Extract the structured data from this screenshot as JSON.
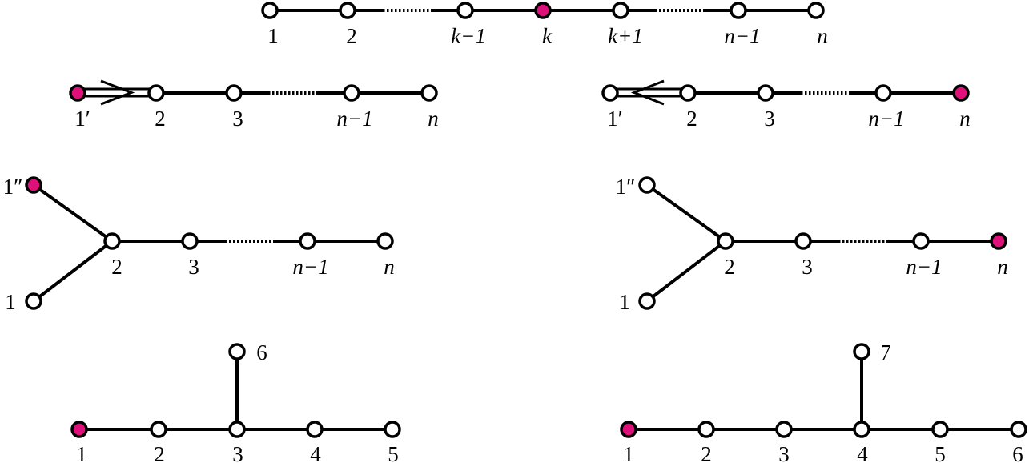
{
  "colors": {
    "open_node": "#ffffff",
    "marked_node": "#e0107a",
    "line": "#000000"
  },
  "diagrams": [
    {
      "labels": [
        {
          "text": "1",
          "italic": false
        },
        {
          "text": "2",
          "italic": false
        },
        {
          "text": "k−1",
          "italic": true
        },
        {
          "text": "k",
          "italic": true
        },
        {
          "text": "k+1",
          "italic": true
        },
        {
          "text": "n−1",
          "italic": true
        },
        {
          "text": "n",
          "italic": true
        }
      ],
      "marked": [
        "k"
      ]
    },
    {
      "labels": [
        {
          "text": "1′",
          "italic": false
        },
        {
          "text": "2",
          "italic": false
        },
        {
          "text": "3",
          "italic": false
        },
        {
          "text": "n−1",
          "italic": true
        },
        {
          "text": "n",
          "italic": true
        }
      ],
      "marked": [
        "1′"
      ]
    },
    {
      "labels": [
        {
          "text": "1′",
          "italic": false
        },
        {
          "text": "2",
          "italic": false
        },
        {
          "text": "3",
          "italic": false
        },
        {
          "text": "n−1",
          "italic": true
        },
        {
          "text": "n",
          "italic": true
        }
      ],
      "marked": [
        "n"
      ]
    },
    {
      "labels": [
        {
          "text": "1″",
          "italic": false
        },
        {
          "text": "1",
          "italic": false
        },
        {
          "text": "2",
          "italic": false
        },
        {
          "text": "3",
          "italic": false
        },
        {
          "text": "n−1",
          "italic": true
        },
        {
          "text": "n",
          "italic": true
        }
      ],
      "marked": [
        "1″"
      ]
    },
    {
      "labels": [
        {
          "text": "1″",
          "italic": false
        },
        {
          "text": "1",
          "italic": false
        },
        {
          "text": "2",
          "italic": false
        },
        {
          "text": "3",
          "italic": false
        },
        {
          "text": "n−1",
          "italic": true
        },
        {
          "text": "n",
          "italic": true
        }
      ],
      "marked": [
        "n"
      ]
    },
    {
      "labels": [
        {
          "text": "1",
          "italic": false
        },
        {
          "text": "2",
          "italic": false
        },
        {
          "text": "3",
          "italic": false
        },
        {
          "text": "4",
          "italic": false
        },
        {
          "text": "5",
          "italic": false
        },
        {
          "text": "6",
          "italic": false
        }
      ],
      "marked": [
        "1"
      ]
    },
    {
      "labels": [
        {
          "text": "1",
          "italic": false
        },
        {
          "text": "2",
          "italic": false
        },
        {
          "text": "3",
          "italic": false
        },
        {
          "text": "4",
          "italic": false
        },
        {
          "text": "5",
          "italic": false
        },
        {
          "text": "6",
          "italic": false
        },
        {
          "text": "7",
          "italic": false
        }
      ],
      "marked": [
        "1"
      ]
    }
  ]
}
